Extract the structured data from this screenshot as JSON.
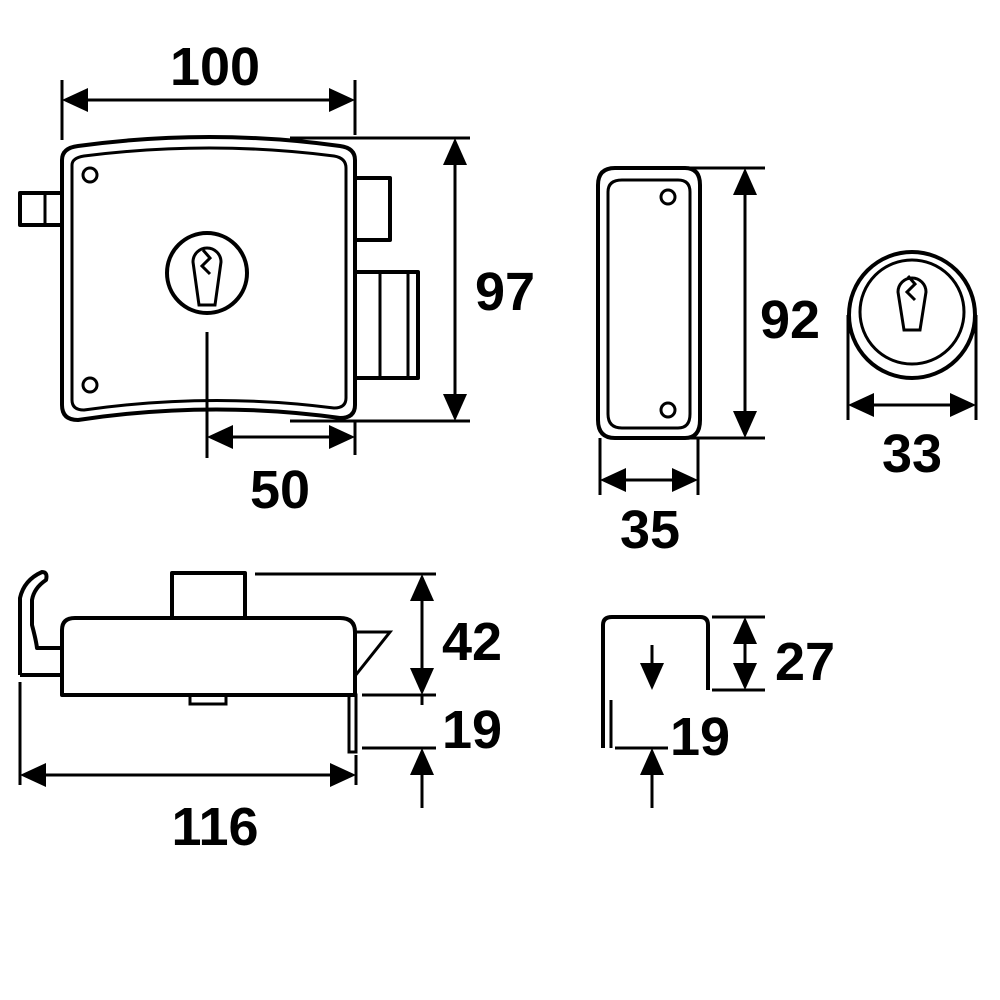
{
  "title": "Lock dimension drawing",
  "dimensions": {
    "front_width": "100",
    "front_height": "97",
    "backset": "50",
    "plate_height": "92",
    "plate_width": "35",
    "rosette_diameter": "33",
    "total_length": "116",
    "body_depth": "42",
    "lower_offset": "19",
    "keeper_height": "27",
    "keeper_offset": "19"
  },
  "colors": {
    "line": "#000000",
    "background": "#ffffff"
  }
}
